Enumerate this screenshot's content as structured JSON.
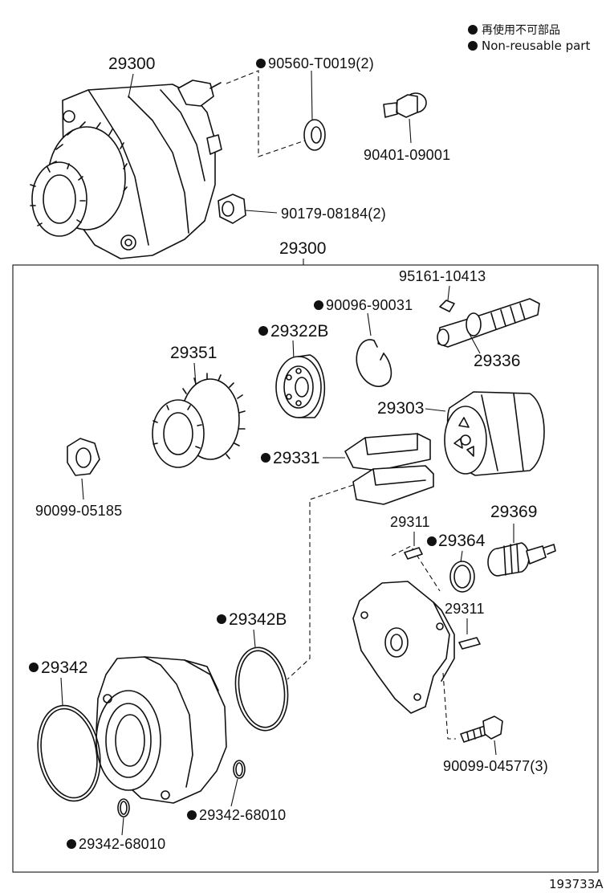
{
  "legend": {
    "non_reusable_jp": "再使用不可部品",
    "non_reusable_en": "Non-reusable part"
  },
  "colors": {
    "ink": "#111111",
    "paper": "#ffffff"
  },
  "labels": {
    "assy_top": "29300",
    "assy_box": "29300",
    "p_90560": "90560-T0019(2)",
    "p_90401": "90401-09001",
    "p_90179": "90179-08184(2)",
    "p_95161": "95161-10413",
    "p_90096": "90096-90031",
    "p_29322b": "29322B",
    "p_29351": "29351",
    "p_29336": "29336",
    "p_29303": "29303",
    "p_29331": "29331",
    "p_90099_05185": "90099-05185",
    "p_29311_a": "29311",
    "p_29369": "29369",
    "p_29364": "29364",
    "p_29311_b": "29311",
    "p_29342b": "29342B",
    "p_29342": "29342",
    "p_29342_68010_a": "29342-68010",
    "p_29342_68010_b": "29342-68010",
    "p_90099_04577": "90099-04577(3)",
    "figure_id": "193733A"
  }
}
